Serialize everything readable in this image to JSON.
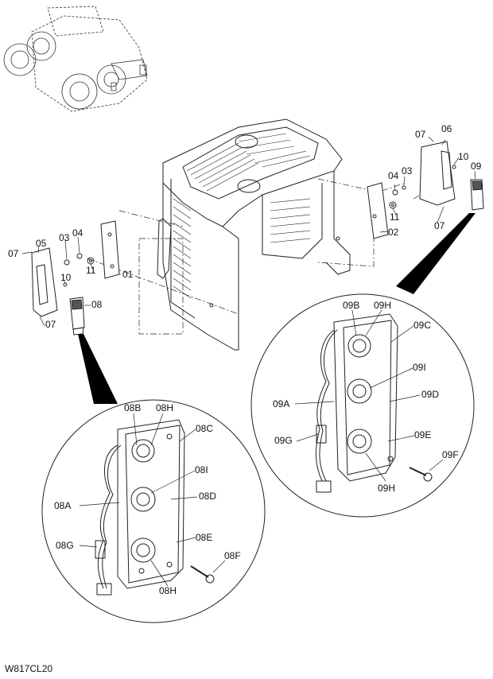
{
  "drawing_code": "W817CL20",
  "labels": {
    "p01": "01",
    "p02": "02",
    "p03a": "03",
    "p03b": "03",
    "p04a": "04",
    "p04b": "04",
    "p05": "05",
    "p06": "06",
    "p07a": "07",
    "p07b": "07",
    "p07c": "07",
    "p07d": "07",
    "p08": "08",
    "p09": "09",
    "p10a": "10",
    "p10b": "10",
    "p11a": "11",
    "p11b": "11",
    "l08A": "08A",
    "l08B": "08B",
    "l08C": "08C",
    "l08D": "08D",
    "l08E": "08E",
    "l08F": "08F",
    "l08G": "08G",
    "l08H1": "08H",
    "l08H2": "08H",
    "l08I": "08I",
    "l09A": "09A",
    "l09B": "09B",
    "l09C": "09C",
    "l09D": "09D",
    "l09E": "09E",
    "l09F": "09F",
    "l09G": "09G",
    "l09H1": "09H",
    "l09H2": "09H",
    "l09I": "09I"
  }
}
